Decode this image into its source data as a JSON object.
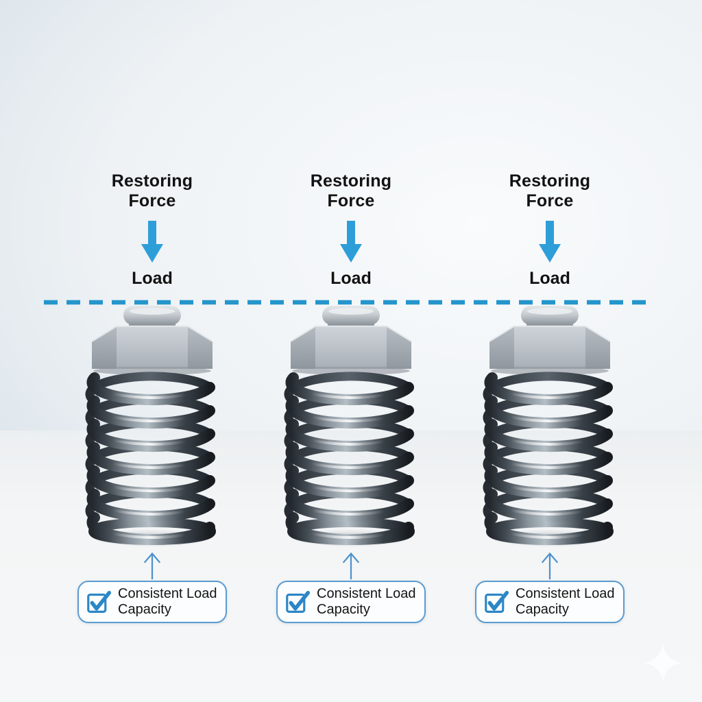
{
  "diagram": {
    "accent_color": "#2e9ed9",
    "text_color": "#121212",
    "divider": {
      "style": "dashed",
      "color": "#2596cc"
    },
    "spring_color": "#3a4148",
    "weight_color": "#b9bfc5",
    "watermark_icon": "four-point-sparkle",
    "columns": [
      {
        "restoring_force_label": "Restoring Force",
        "force_arrow_icon": "thick-down-arrow",
        "load_label": "Load",
        "spring_icon": "coil-spring",
        "weight_icon": "hex-nut-weight",
        "pointer_icon": "thin-up-arrow",
        "badge": {
          "checkbox_icon": "checked-checkbox",
          "label": "Consistent Load Capacity"
        }
      },
      {
        "restoring_force_label": "Restoring Force",
        "force_arrow_icon": "thick-down-arrow",
        "load_label": "Load",
        "spring_icon": "coil-spring",
        "weight_icon": "hex-nut-weight",
        "pointer_icon": "thin-up-arrow",
        "badge": {
          "checkbox_icon": "checked-checkbox",
          "label": "Consistent Load Capacity"
        }
      },
      {
        "restoring_force_label": "Restoring Force",
        "force_arrow_icon": "thick-down-arrow",
        "load_label": "Load",
        "spring_icon": "coil-spring",
        "weight_icon": "hex-nut-weight",
        "pointer_icon": "thin-up-arrow",
        "badge": {
          "checkbox_icon": "checked-checkbox",
          "label": "Consistent Load Capacity"
        }
      }
    ]
  }
}
